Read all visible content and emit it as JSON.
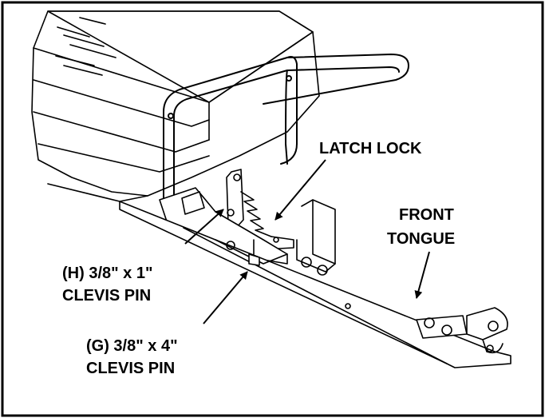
{
  "labels": {
    "latch_lock": "LATCH LOCK",
    "front_tongue_1": "FRONT",
    "front_tongue_2": "TONGUE",
    "h_pin_1": "(H) 3/8\" x 1\"",
    "h_pin_2": "CLEVIS PIN",
    "g_pin_1": "(G) 3/8\" x 4\"",
    "g_pin_2": "CLEVIS PIN"
  }
}
